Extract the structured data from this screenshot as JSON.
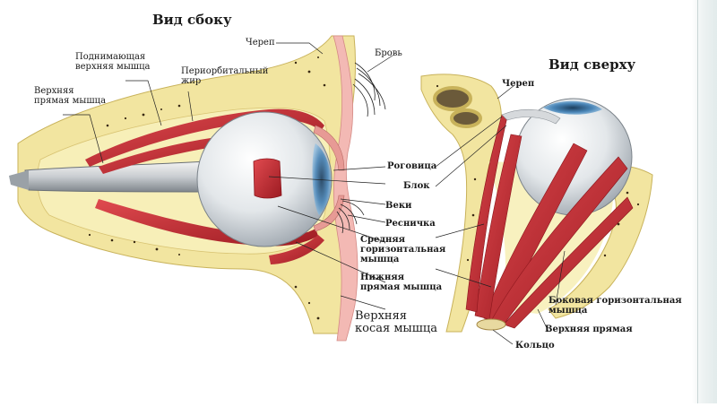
{
  "views": {
    "side_title": "Вид сбоку",
    "top_title": "Вид сверху"
  },
  "side_labels": {
    "skull": "Череп",
    "eyebrow": "Бровь",
    "levator": "Поднимающая\nверхняя мышца",
    "periorbital_fat": "Периорбитальный\nжир",
    "superior_rectus": "Верхняя\nпрямая мышца",
    "cornea": "Роговица",
    "trochlea": "Блок",
    "eyelids": "Веки",
    "eyelash": "Ресничка",
    "medial_rectus": "Средняя\nгоризонтальная\nмышца",
    "inferior_rectus": "Нижняя\nпрямая мышца",
    "superior_oblique": "Верхняя\nкосая мышца"
  },
  "top_labels": {
    "skull": "Череп",
    "lateral_rectus": "Боковая горизонтальная\nмышца",
    "superior_rectus": "Верхняя прямая",
    "ring": "Кольцо"
  },
  "colors": {
    "bone": "#f2e5a0",
    "fat": "#f7efb8",
    "muscle": "#c2262e",
    "sclera": "#e9ecef",
    "iris": "#4a86b8",
    "skin": "#f3b9b4"
  }
}
